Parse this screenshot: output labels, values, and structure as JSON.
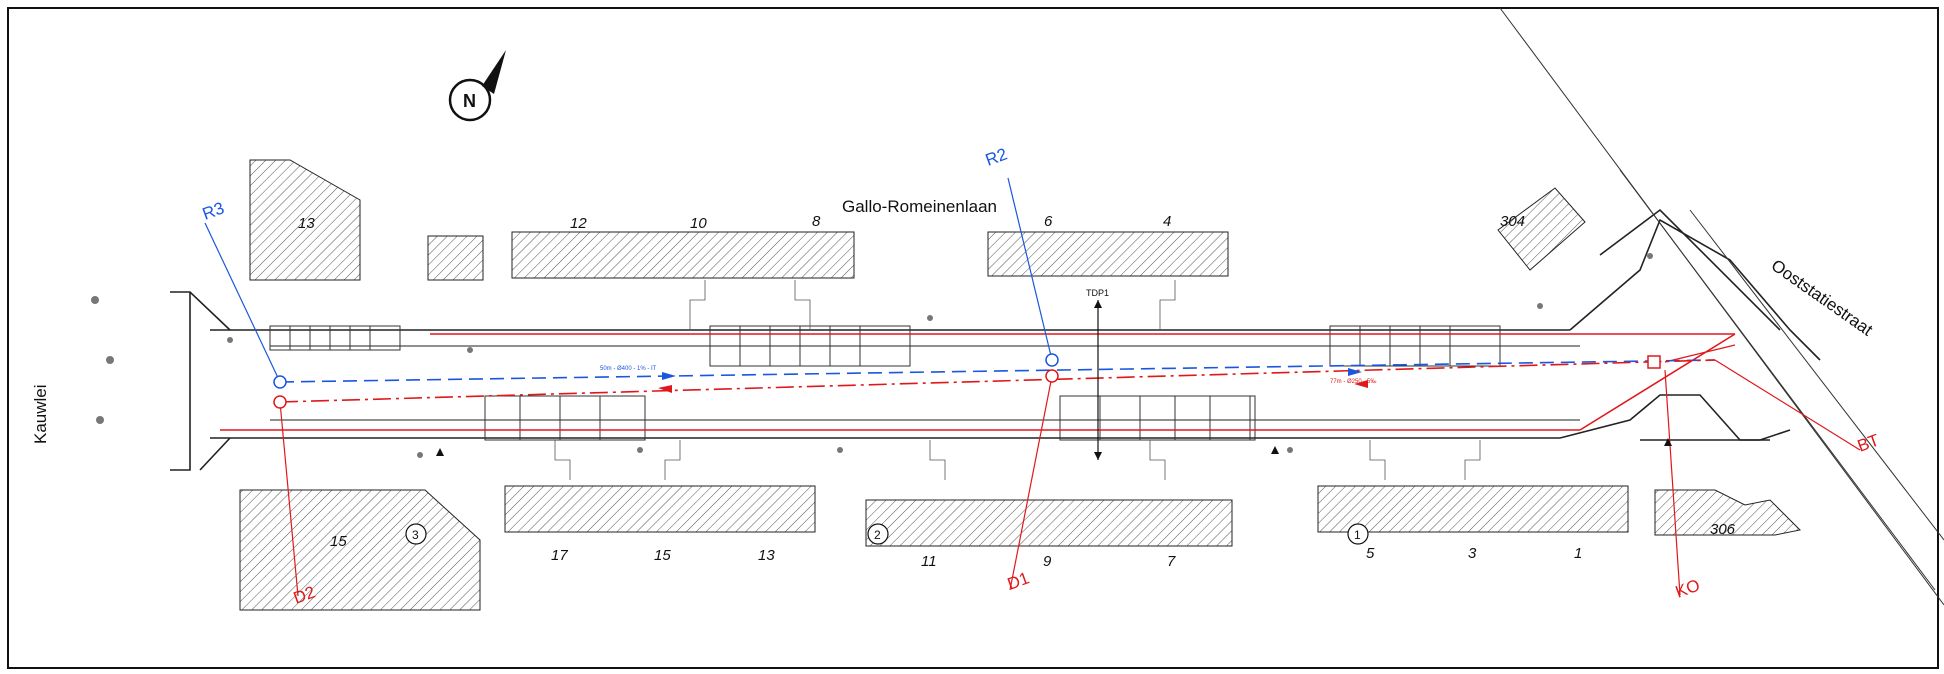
{
  "streets": {
    "top": "Gallo-Romeinenlaan",
    "left": "Kauwlei",
    "right": "Ooststatiestraat"
  },
  "house_numbers_top": [
    "13",
    "12",
    "10",
    "8",
    "6",
    "4",
    "304"
  ],
  "house_numbers_bottom": [
    "15",
    "17",
    "15",
    "13",
    "11",
    "9",
    "7",
    "5",
    "3",
    "1",
    "306"
  ],
  "circled_markers": [
    "3",
    "2",
    "1"
  ],
  "nodes": {
    "R3": "R3",
    "R2": "R2",
    "D2": "D2",
    "D1": "D1",
    "BT": "BT",
    "KO": "KO"
  },
  "tdp_label": "TDP1",
  "north_label": "N",
  "colors": {
    "rwa_blue": "#1a56e0",
    "dwa_red": "#e0181b",
    "hatch": "#555555",
    "line": "#111111"
  }
}
